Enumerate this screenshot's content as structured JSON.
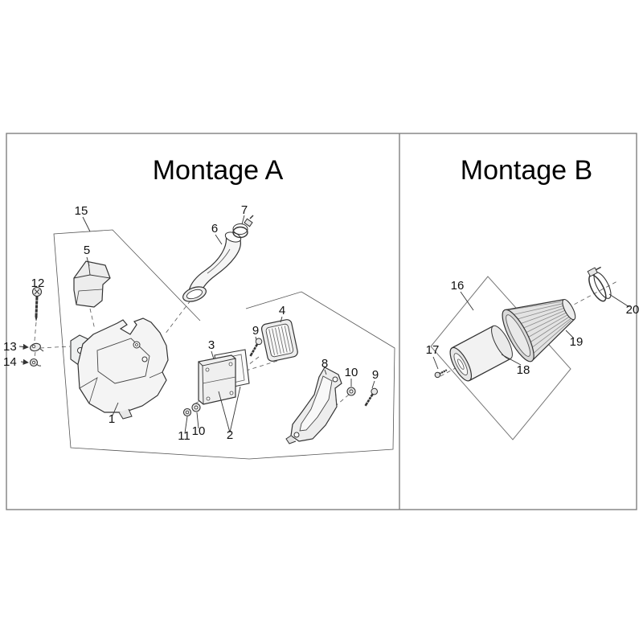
{
  "colors": {
    "frame": "#808080",
    "line": "#333333",
    "fill_light": "#ececec",
    "background": "#ffffff"
  },
  "panel_a": {
    "title": "Montage A",
    "labels": [
      "15",
      "5",
      "12",
      "13",
      "14",
      "1",
      "6",
      "7",
      "4",
      "9",
      "3",
      "2",
      "8",
      "10",
      "9",
      "10",
      "11"
    ]
  },
  "panel_b": {
    "title": "Montage B",
    "labels": [
      "16",
      "17",
      "18",
      "19",
      "20"
    ]
  }
}
